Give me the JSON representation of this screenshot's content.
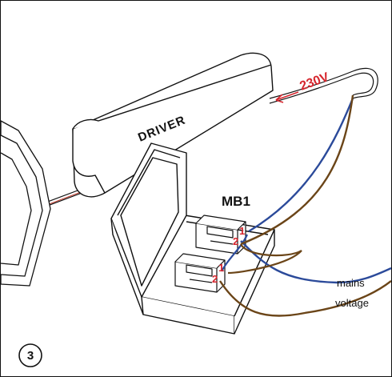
{
  "labels": {
    "driver": "DRIVER",
    "voltage": "230V",
    "box": "MB1",
    "terminal_1": "1",
    "terminal_2": "2",
    "mains_line1": "mains",
    "mains_line2": "voltage",
    "step_number": "3"
  },
  "colors": {
    "line": "#111111",
    "live_wire": "#2b4a9a",
    "neutral_wire": "#6b4518",
    "accent": "#d6262e",
    "fill": "#ffffff"
  },
  "icons": {
    "voltage_arrow": "left-arrow-icon",
    "step_badge": "circle-number-icon"
  }
}
